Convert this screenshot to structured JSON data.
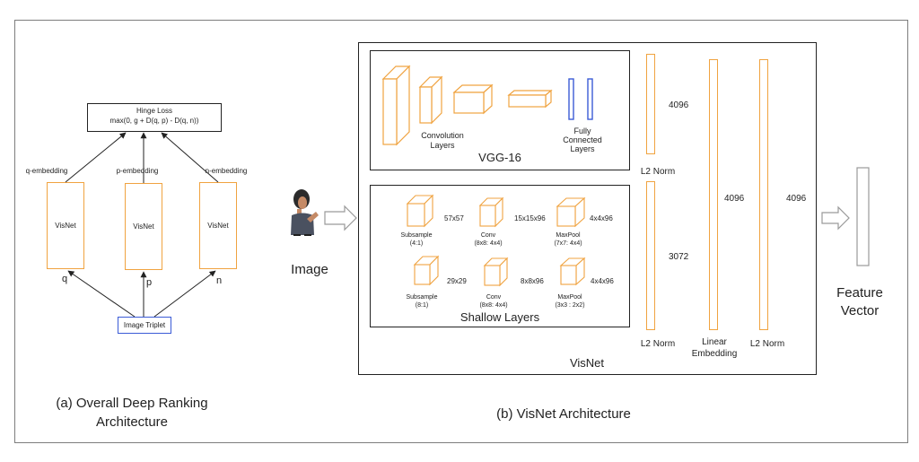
{
  "left_panel": {
    "hinge_loss_title": "Hinge Loss",
    "hinge_loss_formula": "max(0, g + D(q, p) - D(q, n))",
    "q_embedding": "q-embedding",
    "p_embedding": "p-embedding",
    "n_embedding": "n-embedding",
    "visnet_label": "VisNet",
    "q": "q",
    "p": "p",
    "n": "n",
    "image_triplet": "Image Triplet",
    "caption_line1": "(a) Overall Deep Ranking",
    "caption_line2": "Architecture"
  },
  "right_panel": {
    "image_label": "Image",
    "vgg": {
      "conv_label_line1": "Convolution",
      "conv_label_line2": "Layers",
      "fc_label_line1": "Fully",
      "fc_label_line2": "Connected",
      "fc_label_line3": "Layers",
      "title": "VGG-16"
    },
    "shallow": {
      "title": "Shallow Layers",
      "row1": [
        {
          "name": "Subsample",
          "param": "(4:1)",
          "size": "57x57"
        },
        {
          "name": "Conv",
          "param": "(8x8: 4x4)",
          "size": "15x15x96"
        },
        {
          "name": "MaxPool",
          "param": "(7x7: 4x4)",
          "size": "4x4x96"
        }
      ],
      "row2": [
        {
          "name": "Subsample",
          "param": "(8:1)",
          "size": "29x29"
        },
        {
          "name": "Conv",
          "param": "(8x8: 4x4)",
          "size": "8x8x96"
        },
        {
          "name": "MaxPool",
          "param": "(3x3 : 2x2)",
          "size": "4x4x96"
        }
      ]
    },
    "dim_4096_top": "4096",
    "l2_norm_mid": "L2 Norm",
    "dim_3072": "3072",
    "l2_norm_bottom": "L2 Norm",
    "dim_4096_linear": "4096",
    "linear_embedding_line1": "Linear",
    "linear_embedding_line2": "Embedding",
    "dim_4096_final": "4096",
    "l2_norm_final": "L2 Norm",
    "visnet_title": "VisNet",
    "feature_line1": "Feature",
    "feature_line2": "Vector",
    "caption": "(b) VisNet Architecture"
  },
  "colors": {
    "orange": "#f0a340",
    "blue": "#3b5bd6",
    "arrow_gray": "#9a9a9a"
  }
}
